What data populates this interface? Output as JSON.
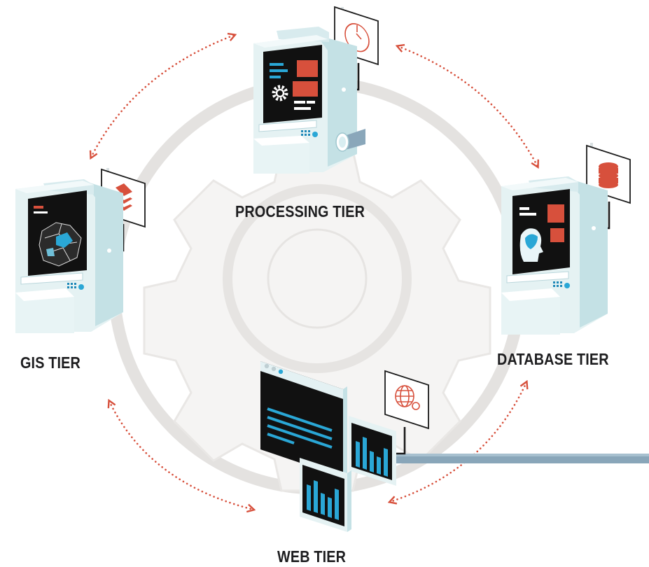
{
  "tiers": {
    "processing": {
      "label": "PROCESSING TIER",
      "icon": "stopwatch-icon"
    },
    "gis": {
      "label": "GIS TIER",
      "icon": "layers-icon"
    },
    "database": {
      "label": "DATABASE TIER",
      "icon": "database-icon"
    },
    "web": {
      "label": "WEB TIER",
      "icon": "globe-refresh-icon"
    }
  },
  "colors": {
    "accent": "#d7503c",
    "machine_face": "#e6f3f4",
    "machine_side": "#c6e3e7",
    "screen": "#111111",
    "screen_line": "#2aa7d6",
    "ring": "#e1dfdd",
    "gear_fill": "#f4f3f2",
    "pipe": "#8aa7ba",
    "text": "#1d1d1f"
  }
}
